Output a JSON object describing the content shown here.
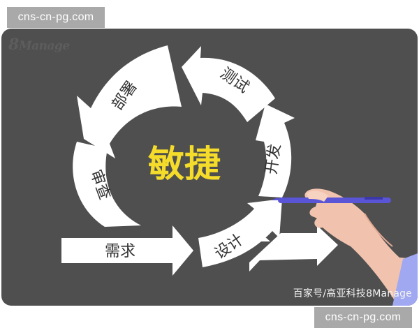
{
  "watermarks": {
    "top": "cns-cn-pg.com",
    "bottom": "cns-cn-pg.com"
  },
  "panel": {
    "logo": {
      "prefix": "8",
      "rest": "Manage"
    },
    "caption": "百家号/高亚科技8Manage",
    "background": "#4f4f4f"
  },
  "diagram": {
    "center_label": "敏捷",
    "center_color": "#f5dc2a",
    "arrow_color": "#ffffff",
    "stages": [
      {
        "id": "requirements",
        "label": "需求"
      },
      {
        "id": "design",
        "label": "设计"
      },
      {
        "id": "develop",
        "label": "开发"
      },
      {
        "id": "test",
        "label": "测试"
      },
      {
        "id": "deploy",
        "label": "部署"
      },
      {
        "id": "review",
        "label": "审查"
      }
    ],
    "pen_color": "#5a54d6",
    "skin_color": "#f1c3ae",
    "sleeve_color": "#9fa8f0"
  }
}
